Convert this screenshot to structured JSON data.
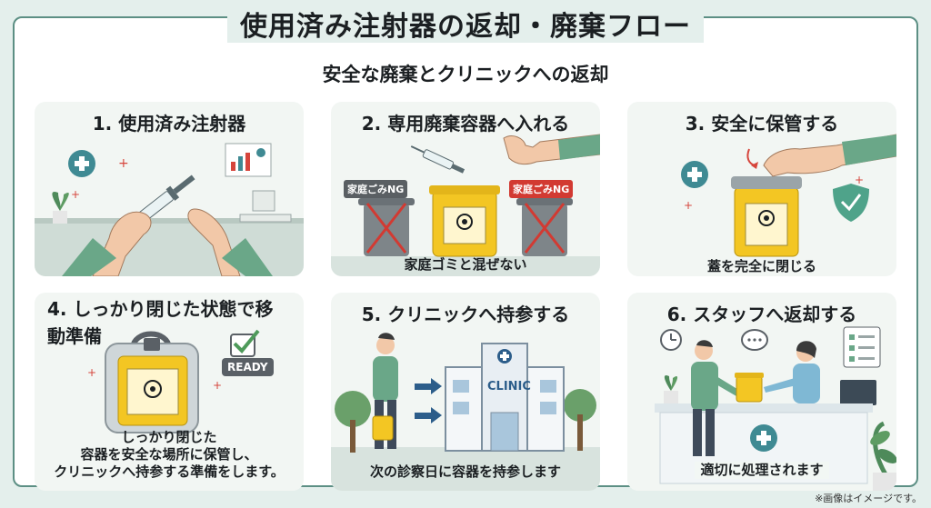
{
  "header": {
    "title": "使用済み注射器の返却・廃棄フロー",
    "subtitle": "安全な廃棄とクリニックへの返却"
  },
  "steps": [
    {
      "title": "1. 使用済み注射器",
      "caption": ""
    },
    {
      "title": "2. 専用廃棄容器へ入れる",
      "caption": "家庭ゴミと混ぜない",
      "tags": [
        "家庭ごみNG",
        "家庭ごみNG"
      ]
    },
    {
      "title": "3. 安全に保管する",
      "caption": "蓋を完全に閉じる"
    },
    {
      "title_line1": "4. しっかり閉じた状態で移",
      "title_line2": "動準備",
      "badge": "READY",
      "caption_lines": [
        "しっかり閉じた",
        "容器を安全な場所に保管し、",
        "クリニックへ持参する準備をします。"
      ]
    },
    {
      "title": "5. クリニックへ持参する",
      "sign": "CLINIC",
      "caption": "次の診察日に容器を持参します"
    },
    {
      "title": "6. スタッフへ返却する",
      "caption": "適切に処理されます"
    }
  ],
  "footer": {
    "note": "※画像はイメージです。"
  },
  "colors": {
    "accent": "#5c8f84",
    "container": "#f3c623",
    "hazard": "#1b1f22",
    "ng": "#d23a32",
    "clinic": "#2c5d8a"
  },
  "icons": [
    "medical-cross-icon",
    "syringe-icon",
    "biohazard-icon",
    "trash-can-icon",
    "shield-check-icon",
    "checklist-icon",
    "clock-icon",
    "arrow-right-icon",
    "speech-bubble-icon"
  ]
}
